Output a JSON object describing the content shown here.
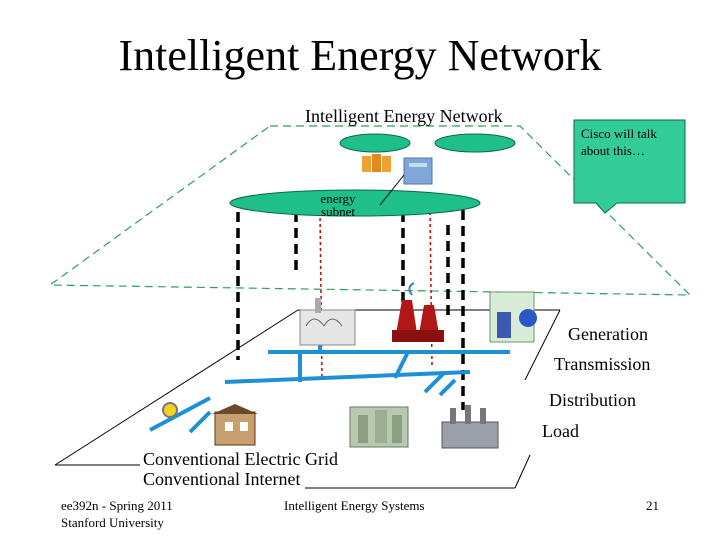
{
  "slide": {
    "title": "Intelligent Energy Network",
    "network_plane_label": "Intelligent Energy Network",
    "callout": "Cisco will talk about this…",
    "energy_subnet_label": "energy subnet",
    "layers": {
      "generation": "Generation",
      "transmission": "Transmission",
      "distribution": "Distribution",
      "load": "Load"
    },
    "grid_label": "Conventional Electric Grid",
    "internet_label": "Conventional Internet",
    "footer": {
      "left_line1": "ee392n - Spring 2011",
      "left_line2": "Stanford University",
      "center": "Intelligent Energy Systems",
      "page_number": "21"
    }
  },
  "colors": {
    "ellipse_fill": "#1fbf8a",
    "grid_line": "#1f8fd6",
    "callout_fill": "#33cc99",
    "dashed_plane": "#2e9f58",
    "cable_red": "#cc0000"
  }
}
